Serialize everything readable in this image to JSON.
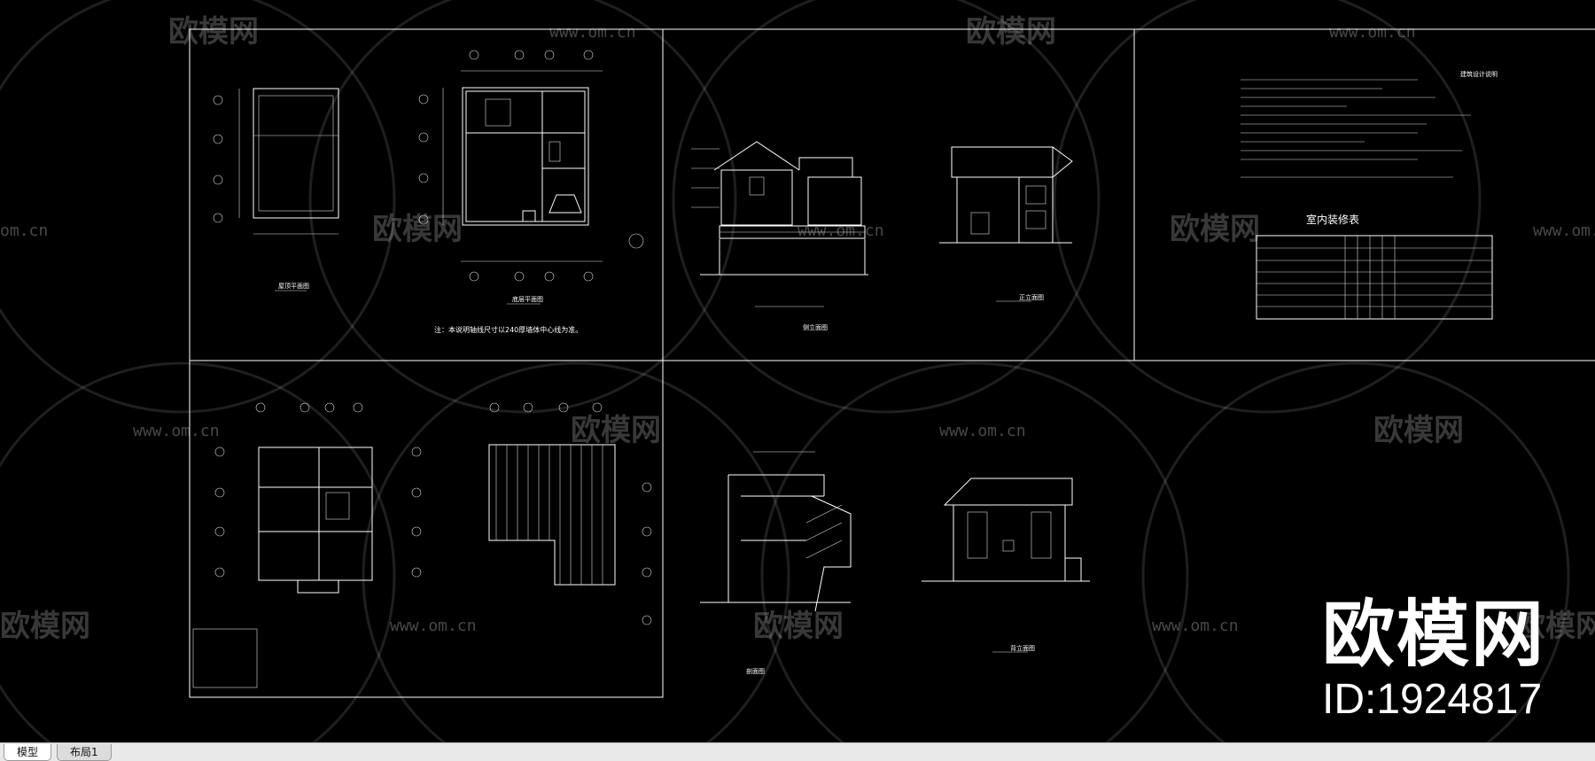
{
  "canvas": {
    "background": "#000000",
    "line_color": "#ffffff"
  },
  "watermark": {
    "text": "欧模网",
    "url": "www.om.cn",
    "url_fragment": "om.cn"
  },
  "brand": {
    "name": "欧模网",
    "id": "ID:1924817"
  },
  "drawings": {
    "roof_plan_title": "屋顶平面图",
    "ground_plan_title": "底层平面图",
    "plan_note": "注：本说明轴线尺寸以240厚墙体中心线为准。",
    "side_elevation_title": "侧立面图",
    "front_elevation_title": "正立面图",
    "design_notes_title": "建筑设计说明",
    "finish_table_title": "室内装修表",
    "section_title": "剖面图",
    "rear_elevation_title": "背立面图"
  },
  "tabs": [
    {
      "label": "模型",
      "active": true
    },
    {
      "label": "布局1",
      "active": false
    }
  ]
}
